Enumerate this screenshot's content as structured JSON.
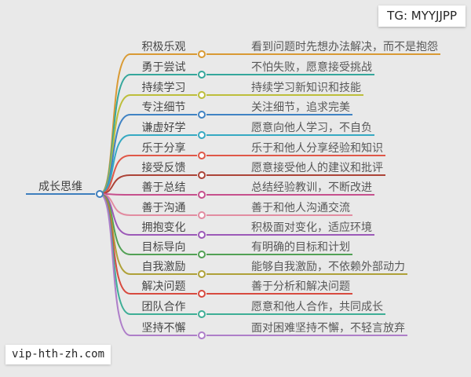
{
  "watermarks": {
    "top": "TG: MYYJJPP",
    "bottom": "vip-hth-zh.com"
  },
  "root": {
    "label": "成长思维",
    "color": "#3E7FBE"
  },
  "branches": [
    {
      "label": "积极乐观",
      "desc": "看到问题时先想办法解决，而不是抱怨",
      "color": "#D99A33"
    },
    {
      "label": "勇于尝试",
      "desc": "不怕失败，愿意接受挑战",
      "color": "#35A79C"
    },
    {
      "label": "持续学习",
      "desc": "持续学习新知识和技能",
      "color": "#BDBE3B"
    },
    {
      "label": "专注细节",
      "desc": "关注细节，追求完美",
      "color": "#4083C4"
    },
    {
      "label": "谦虚好学",
      "desc": "愿意向他人学习，不自负",
      "color": "#36A9C2"
    },
    {
      "label": "乐于分享",
      "desc": "乐于和他人分享经验和知识",
      "color": "#E05848"
    },
    {
      "label": "接受反馈",
      "desc": "愿意接受他人的建议和批评",
      "color": "#AC4438"
    },
    {
      "label": "善于总结",
      "desc": "总结经验教训，不断改进",
      "color": "#C6508D"
    },
    {
      "label": "善于沟通",
      "desc": "善于和他人沟通交流",
      "color": "#E28CA1"
    },
    {
      "label": "拥抱变化",
      "desc": "积极面对变化，适应环境",
      "color": "#9C59B8"
    },
    {
      "label": "目标导向",
      "desc": "有明确的目标和计划",
      "color": "#52A155"
    },
    {
      "label": "自我激励",
      "desc": "能够自我激励，不依赖外部动力",
      "color": "#AFA138"
    },
    {
      "label": "解决问题",
      "desc": "善于分析和解决问题",
      "color": "#D84A3F"
    },
    {
      "label": "团队合作",
      "desc": "愿意和他人合作，共同成长",
      "color": "#3EAE96"
    },
    {
      "label": "坚持不懈",
      "desc": "面对困难坚持不懈，不轻言放弃",
      "color": "#AE7EC9"
    }
  ]
}
